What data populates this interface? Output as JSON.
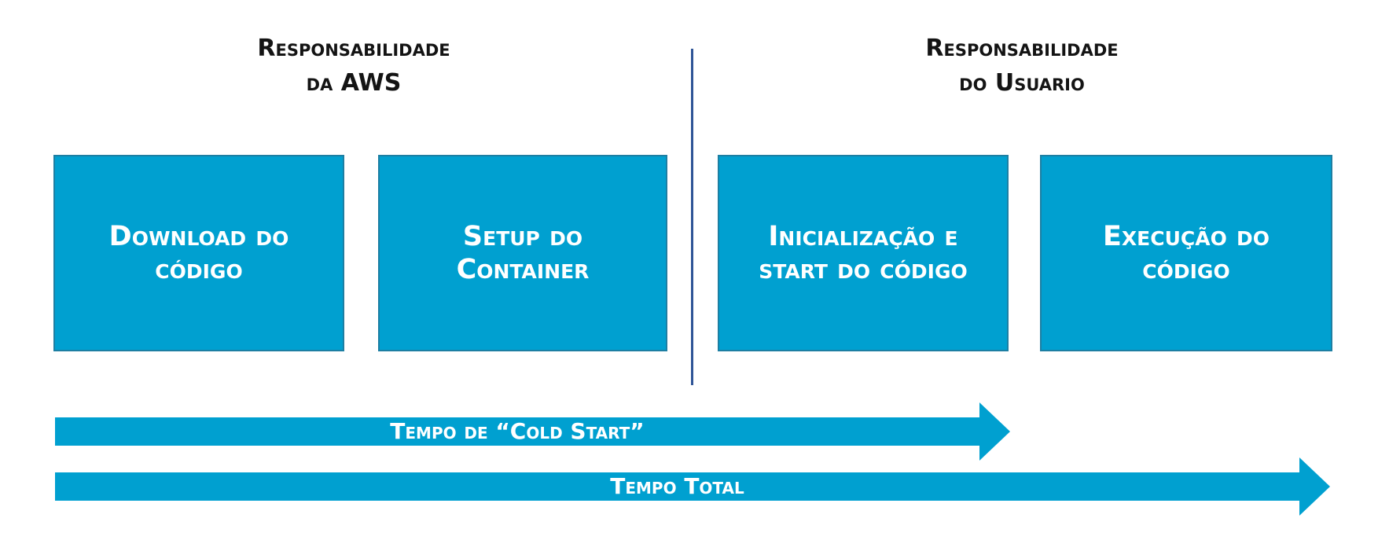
{
  "headings": {
    "aws": {
      "line1": "Responsabilidade",
      "line2": "da AWS"
    },
    "user": {
      "line1": "Responsabilidade",
      "line2": "do Usuario"
    }
  },
  "boxes": [
    {
      "line1": "Download do",
      "line2": "código"
    },
    {
      "line1": "Setup do",
      "line2": "Container"
    },
    {
      "line1": "Inicialização e",
      "line2": "start do código"
    },
    {
      "line1": "Execução do",
      "line2": "código"
    }
  ],
  "arrows": {
    "cold_start": "Tempo de “Cold Start”",
    "total": "Tempo Total"
  },
  "colors": {
    "box_fill": "#00a0d0",
    "box_border": "#1d7fa3",
    "arrow_fill": "#00a0d0",
    "divider": "#2f5597",
    "heading_text": "#141414"
  }
}
